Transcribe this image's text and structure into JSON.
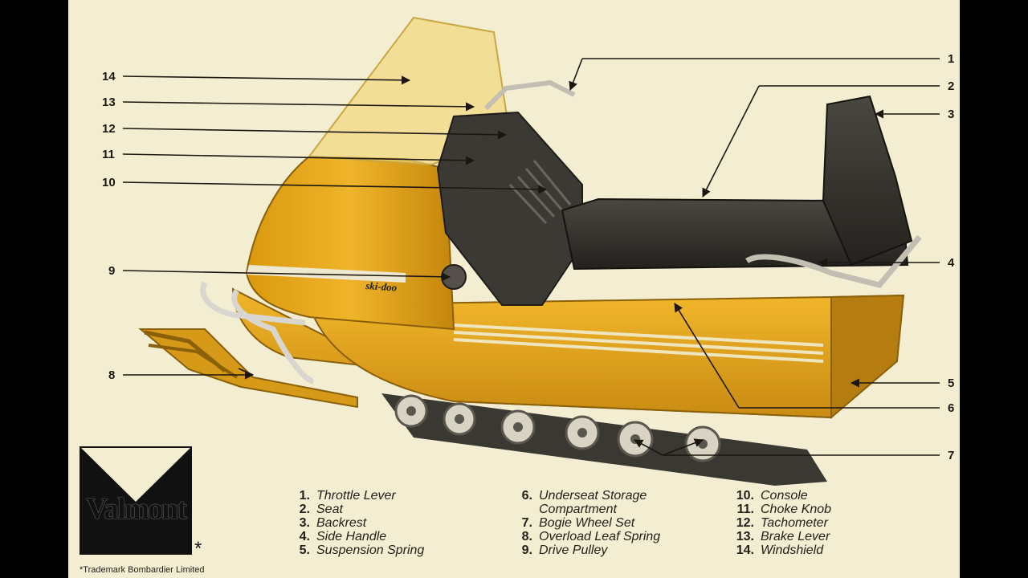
{
  "logo": {
    "brand": "Valmont",
    "mark": "*"
  },
  "trademark": "*Trademark Bombardier Limited",
  "vehicle_decal": "ski-doo",
  "callouts": [
    "1",
    "2",
    "3",
    "4",
    "5",
    "6",
    "7",
    "8",
    "9",
    "10",
    "11",
    "12",
    "13",
    "14"
  ],
  "legend": [
    {
      "num": "1.",
      "text": "Throttle Lever"
    },
    {
      "num": "2.",
      "text": "Seat"
    },
    {
      "num": "3.",
      "text": "Backrest"
    },
    {
      "num": "4.",
      "text": "Side Handle"
    },
    {
      "num": "5.",
      "text": "Suspension Spring"
    },
    {
      "num": "6.",
      "text": "Underseat Storage",
      "text2": "Compartment"
    },
    {
      "num": "7.",
      "text": "Bogie Wheel Set"
    },
    {
      "num": "8.",
      "text": "Overload Leaf Spring"
    },
    {
      "num": "9.",
      "text": "Drive Pulley"
    },
    {
      "num": "10.",
      "text": "Console"
    },
    {
      "num": "11.",
      "text": "Choke Knob"
    },
    {
      "num": "12.",
      "text": "Tachometer"
    },
    {
      "num": "13.",
      "text": "Brake Lever"
    },
    {
      "num": "14.",
      "text": "Windshield"
    }
  ],
  "colors": {
    "body_yellow": "#e5a61b",
    "body_shade": "#b57c10",
    "seat_black": "#2c2a26",
    "paper": "#f3eed2",
    "ink": "#1b1710"
  }
}
